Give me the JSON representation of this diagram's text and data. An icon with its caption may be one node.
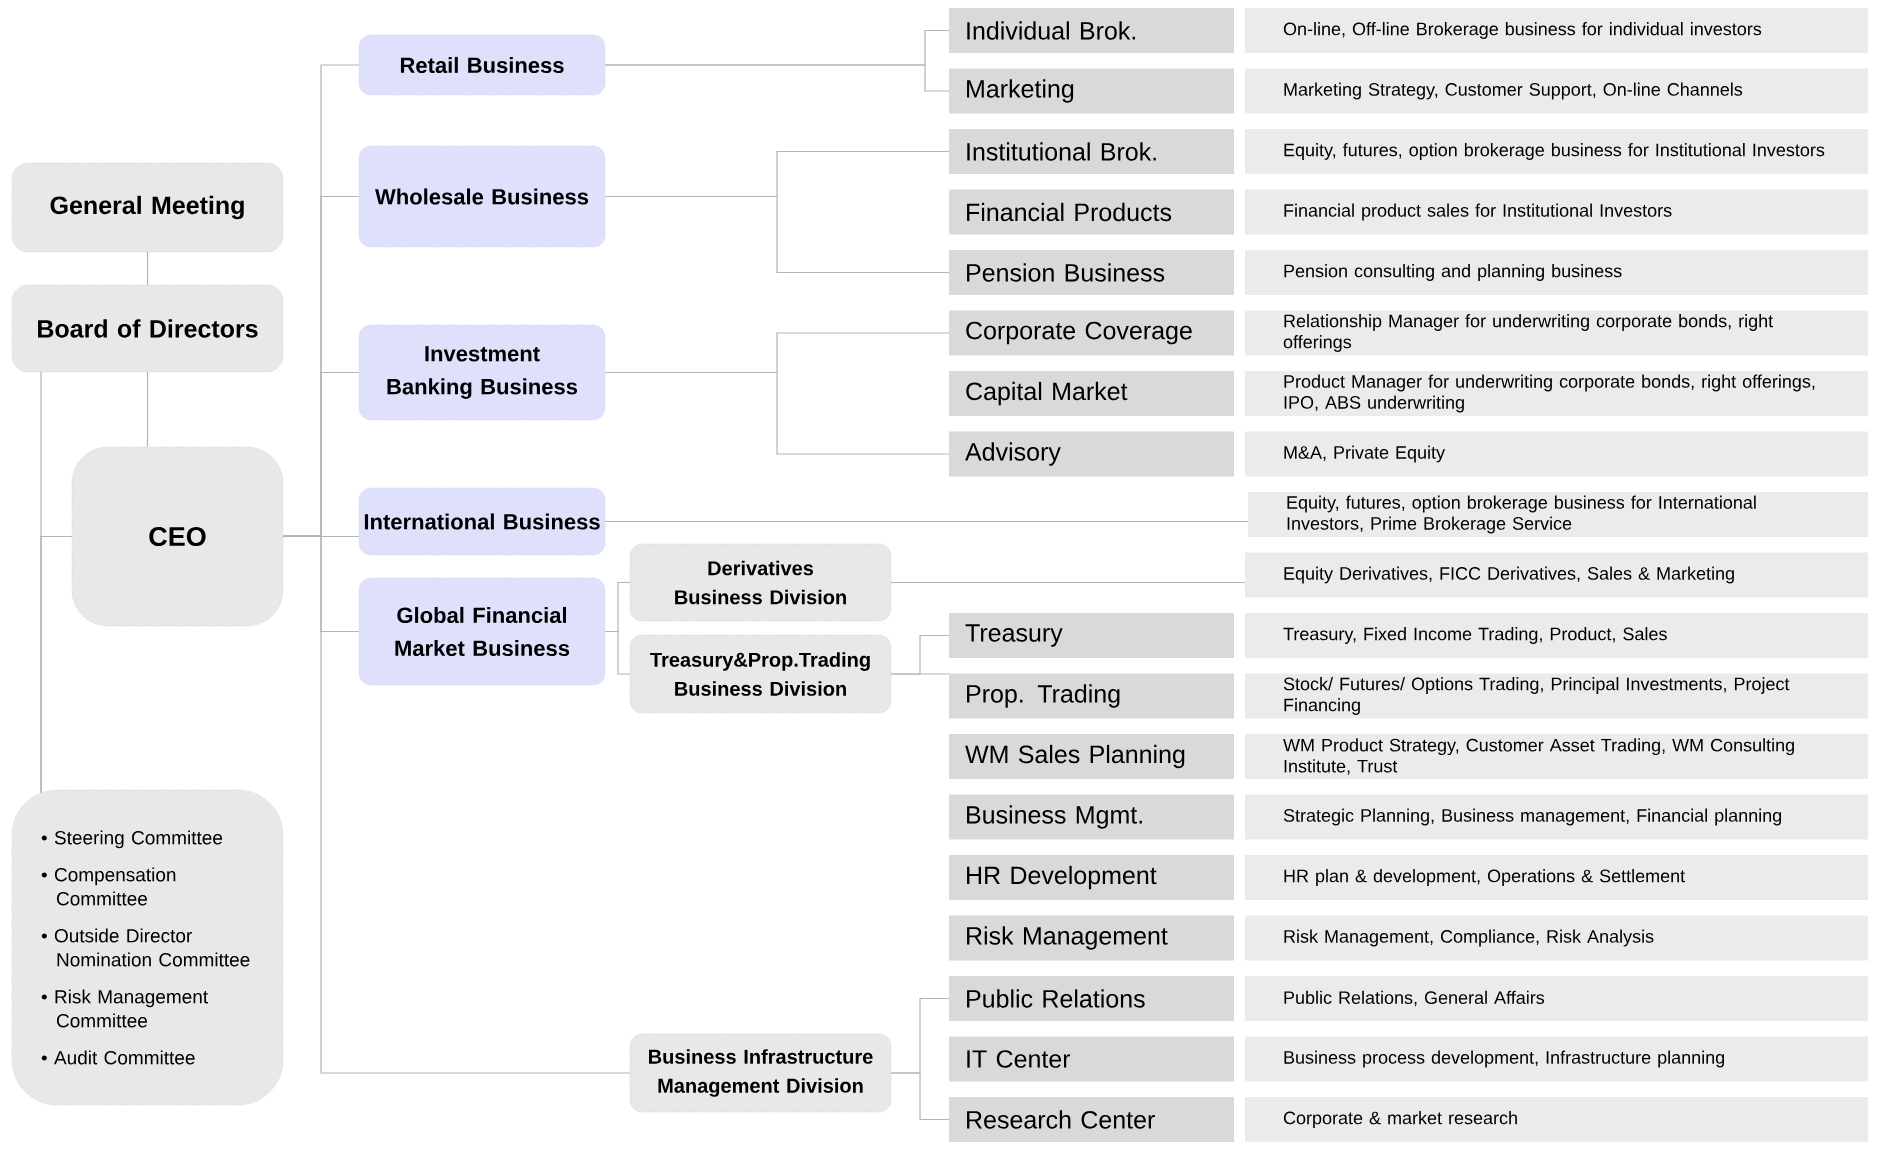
{
  "diagram": {
    "nodes": [
      {
        "text": [
          "General Meeting"
        ]
      },
      {
        "text": [
          "Board of Directors"
        ]
      },
      {
        "text": [
          "CEO"
        ]
      },
      {
        "text": [
          "• Steering Committee",
          "• Compensation Committee",
          "• Outside Director Nomination Committee",
          "• Risk Management Committee",
          "• Audit Committee"
        ]
      },
      {
        "text": [
          "Retail Business"
        ]
      },
      {
        "text": [
          "Wholesale Business"
        ]
      },
      {
        "text": [
          "Investment Banking Business"
        ]
      },
      {
        "text": [
          "International Business"
        ]
      },
      {
        "text": [
          "Global Financial Market Business"
        ]
      },
      {
        "text": [
          "Derivatives Business Division"
        ]
      },
      {
        "text": [
          "Treasury&Prop.Trading Business Division"
        ]
      },
      {
        "text": [
          "Business Infrastructure Management Division"
        ]
      },
      {
        "text": [
          "Individual Brok."
        ]
      },
      {
        "text": [
          "On-line, Off-line Brokerage business for individual investors"
        ]
      },
      {
        "text": [
          "Marketing"
        ]
      },
      {
        "text": [
          "Marketing Strategy, Customer Support, On-line Channels"
        ]
      },
      {
        "text": [
          "Institutional Brok."
        ]
      },
      {
        "text": [
          "Equity, futures, option brokerage business for Institutional Investors"
        ]
      },
      {
        "text": [
          "Financial Products"
        ]
      },
      {
        "text": [
          "Financial product sales for Institutional Investors"
        ]
      },
      {
        "text": [
          "Pension Business"
        ]
      },
      {
        "text": [
          "Pension consulting and planning business"
        ]
      },
      {
        "text": [
          "Corporate Coverage"
        ]
      },
      {
        "text": [
          "Relationship Manager for underwriting corporate bonds, right offerings"
        ]
      },
      {
        "text": [
          "Capital Market"
        ]
      },
      {
        "text": [
          "Product Manager for underwriting corporate bonds, right offerings, IPO, ABS underwriting"
        ]
      },
      {
        "text": [
          "Advisory"
        ]
      },
      {
        "text": [
          "M&A, Private Equity"
        ]
      },
      {
        "text": [
          "Equity, futures, option brokerage business for International Investors, Prime Brokerage Service"
        ]
      },
      {
        "text": [
          "Equity Derivatives, FICC Derivatives, Sales & Marketing"
        ]
      },
      {
        "text": [
          "Treasury"
        ]
      },
      {
        "text": [
          "Treasury, Fixed Income Trading, Product, Sales"
        ]
      },
      {
        "text": [
          "Prop. Trading"
        ]
      },
      {
        "text": [
          "Stock/ Futures/ Options Trading, Principal Investments, Project Financing"
        ]
      },
      {
        "text": [
          "WM Sales Planning"
        ]
      },
      {
        "text": [
          "WM Product Strategy, Customer Asset Trading, WM Consulting Institute, Trust"
        ]
      },
      {
        "text": [
          "Business Mgmt."
        ]
      },
      {
        "text": [
          "Strategic Planning, Business management, Financial planning"
        ]
      },
      {
        "text": [
          "HR Development"
        ]
      },
      {
        "text": [
          "HR plan & development, Operations & Settlement"
        ]
      },
      {
        "text": [
          "Risk Management"
        ]
      },
      {
        "text": [
          "Risk Management, Compliance, Risk Analysis"
        ]
      },
      {
        "text": [
          "Public Relations"
        ]
      },
      {
        "text": [
          "Public Relations, General Affairs"
        ]
      },
      {
        "text": [
          "IT Center"
        ]
      },
      {
        "text": [
          "Business process development, Infrastructure planning"
        ]
      },
      {
        "text": [
          "Research Center"
        ]
      },
      {
        "text": [
          "Corporate & market research"
        ]
      }
    ],
    "edges": [
      {
        "from": 0,
        "to": 1,
        "arrow": "none"
      },
      {
        "from": 1,
        "to": 2,
        "arrow": "none"
      },
      {
        "from": 1,
        "to": 3,
        "arrow": "none"
      },
      {
        "from": 2,
        "to": 3,
        "arrow": "none"
      },
      {
        "from": 2,
        "to": 4,
        "arrow": "none"
      },
      {
        "from": 2,
        "to": 5,
        "arrow": "none"
      },
      {
        "from": 2,
        "to": 6,
        "arrow": "none"
      },
      {
        "from": 2,
        "to": 7,
        "arrow": "none"
      },
      {
        "from": 2,
        "to": 8,
        "arrow": "none"
      },
      {
        "from": 2,
        "to": 11,
        "arrow": "none"
      },
      {
        "from": 4,
        "to": 12,
        "arrow": "none"
      },
      {
        "from": 4,
        "to": 14,
        "arrow": "none"
      },
      {
        "from": 5,
        "to": 16,
        "arrow": "none"
      },
      {
        "from": 5,
        "to": 20,
        "arrow": "none"
      },
      {
        "from": 6,
        "to": 22,
        "arrow": "none"
      },
      {
        "from": 6,
        "to": 26,
        "arrow": "none"
      },
      {
        "from": 7,
        "to": 28,
        "arrow": "none"
      },
      {
        "from": 9,
        "to": 29,
        "arrow": "none"
      },
      {
        "from": 8,
        "to": 9,
        "arrow": "none"
      },
      {
        "from": 8,
        "to": 10,
        "arrow": "none"
      },
      {
        "from": 10,
        "to": 30,
        "arrow": "none"
      },
      {
        "from": 10,
        "to": 32,
        "arrow": "none"
      },
      {
        "from": 11,
        "to": 42,
        "arrow": "none"
      },
      {
        "from": 11,
        "to": 46,
        "arrow": "none"
      }
    ]
  }
}
